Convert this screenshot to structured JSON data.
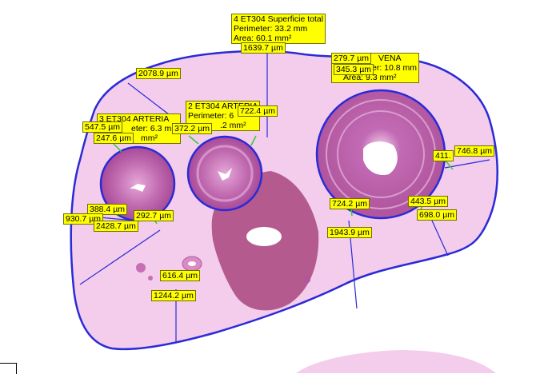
{
  "annotations": {
    "tissue_total": {
      "name": "4 ET304 Superficie total",
      "perimeter": "Perimeter: 33.2 mm",
      "area": "Area: 60.1 mm²"
    },
    "arteria_3": {
      "name": "3 ET304 ARTERIA",
      "perimeter": "eter: 6.3 mm",
      "area": "mm²"
    },
    "arteria_2": {
      "name": "2 ET304 ARTERIA",
      "perimeter": "Perimeter: 6",
      "area": ".2 mm²"
    },
    "vena": {
      "name": "VENA",
      "perimeter": "er: 10.8 mm",
      "area": "Area: 9.3 mm²"
    }
  },
  "measurements": [
    "1639.7 µm",
    "2078.9 µm",
    "547.5 µm",
    "247.6 µm",
    "372.2 µm",
    "722.4 µm",
    "279.7 µm",
    "345.3 µm",
    "411.",
    "746.8 µm",
    "388.4 µm",
    "930.7 µm",
    "2428.7 µm",
    "292.7 µm",
    "724.2 µm",
    "1943.9 µm",
    "443.5 µm",
    "698.0 µm",
    "616.4 µm",
    "1244.2 µm"
  ],
  "colors": {
    "outline": "#2a2ad8",
    "tissue": "#f0c8e8",
    "vessel": "#b4559e",
    "label_bg": "#ffff00",
    "connector": "#33cc33"
  }
}
